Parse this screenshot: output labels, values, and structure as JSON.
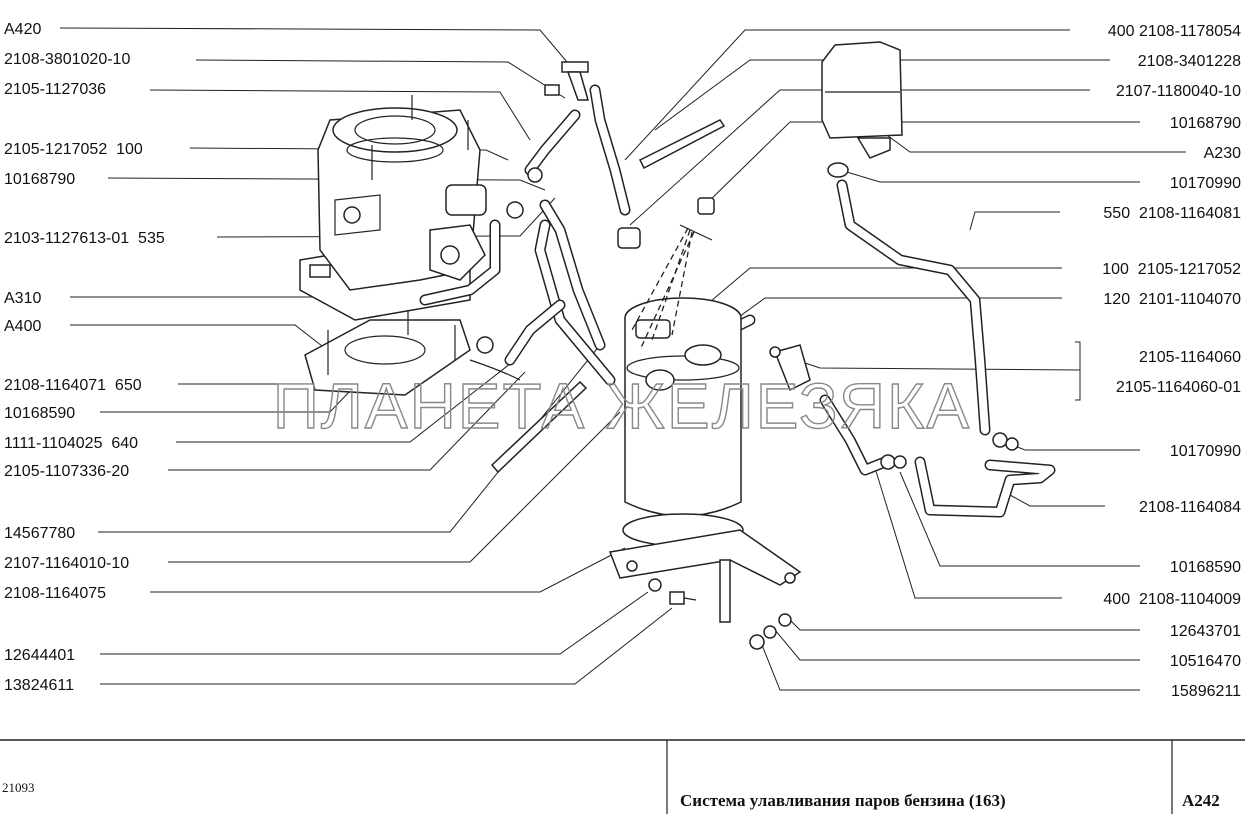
{
  "labels_left": [
    "A420",
    "2108-3801020-10",
    "2105-1127036",
    "2105-1217052  100",
    "10168790",
    "2103-1127613-01  535",
    "A310",
    "A400",
    "2108-1164071  650",
    "10168590",
    "1111-1104025  640",
    "2105-1107336-20",
    "14567780",
    "2107-1164010-10",
    "2108-1164075",
    "12644401",
    "13824611"
  ],
  "labels_right": [
    "400 2108-1178054",
    "2108-3401228",
    "2107-1180040-10",
    "10168790",
    "A230",
    "10170990",
    "550  2108-1164081",
    "100  2105-1217052",
    "120  2101-1104070",
    "2105-1164060",
    "2105-1164060-01",
    "10170990",
    "2108-1164084",
    "10168590",
    "400  2108-1104009",
    "12643701",
    "10516470",
    "15896211"
  ],
  "watermark": "ПЛАНЕТА ЖЕЛЕЗЯКА",
  "title_block": {
    "model": "21093",
    "title": "Система улавливания паров бензина (163)",
    "code": "A242"
  }
}
